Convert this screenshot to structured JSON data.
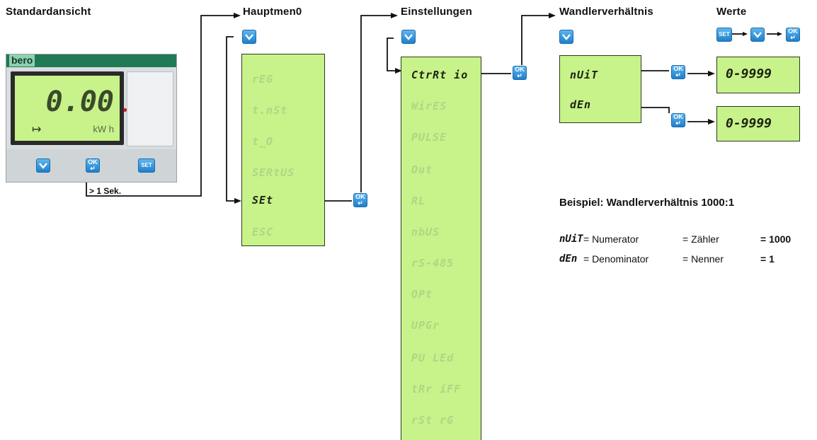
{
  "titles": {
    "standard": "Standardansicht",
    "main_menu": "Hauptmen0",
    "settings": "Einstellungen",
    "ratio": "Wandlerverhältnis",
    "values": "Werte"
  },
  "device": {
    "brand": "bero",
    "reading": "0.00",
    "unit": "kW  h",
    "buttons": [
      "down",
      "ok",
      "set"
    ],
    "button_labels": {
      "ok": "OK",
      "set": "SET"
    }
  },
  "hold_note": "> 1 Sek.",
  "main_menu": {
    "items": [
      "rEG",
      "t.nSt",
      "t_O",
      "SERtUS",
      "SEt",
      "ESC"
    ],
    "active_index": 4
  },
  "settings_menu": {
    "items": [
      "CtrRt io",
      "WirES",
      "PULSE",
      "Out",
      "RL",
      "nbUS",
      "rS-485",
      "OPt",
      "UPGr",
      "PU LEd",
      "tRr iFF",
      "rSt rG"
    ],
    "active_index": 0
  },
  "ratio_menu": {
    "items": [
      "nUiT",
      "dEn"
    ]
  },
  "value_boxes": [
    "0-9999",
    "0-9999"
  ],
  "example": {
    "heading": "Beispiel: Wandlerverhältnis 1000:1",
    "row1": {
      "code": "nUiT",
      "desc": "= Numerator",
      "de": "= Zähler",
      "val": "=  1000"
    },
    "row2": {
      "code": "dEn",
      "desc": "= Denominator",
      "de": "= Nenner",
      "val": "=  1"
    }
  },
  "colors": {
    "lcd": "#c8f28a",
    "lcd_dim": "#aed784",
    "device_header": "#1f7a55",
    "button": "#2a8fd8"
  }
}
